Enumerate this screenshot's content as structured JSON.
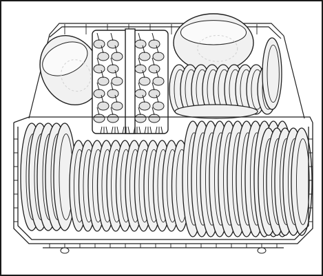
{
  "illustration": {
    "subject": "dishwasher-lower-rack-loading",
    "colors": {
      "outline": "#1f1f1f",
      "dish_fill": "#f1f1f1",
      "dish_shade": "#cfcfcf",
      "cutlery_fill": "#e2e2e2",
      "background": "#ffffff"
    },
    "items": {
      "bowls": 2,
      "cutlery_basket": 1,
      "plates_back_row": 9,
      "plates_front_left_row": 12,
      "plates_front_right_row": 11,
      "plates_left_side": 5,
      "plates_right_side": 5
    }
  }
}
